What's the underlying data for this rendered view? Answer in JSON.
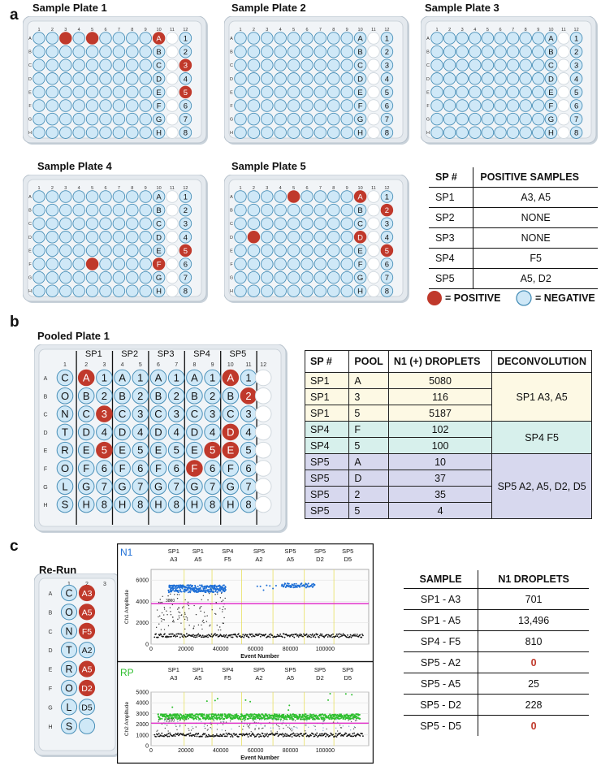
{
  "panel_letters": {
    "a": "a",
    "b": "b",
    "c": "c"
  },
  "plates": [
    {
      "title": "Sample Plate 1",
      "positives": [
        "A3",
        "A5",
        "A10",
        "C12",
        "E12"
      ]
    },
    {
      "title": "Sample Plate 2",
      "positives": []
    },
    {
      "title": "Sample Plate 3",
      "positives": []
    },
    {
      "title": "Sample Plate 4",
      "positives": [
        "F5",
        "F10",
        "E12"
      ]
    },
    {
      "title": "Sample Plate 5",
      "positives": [
        "A5",
        "D2",
        "A10",
        "D10",
        "B12",
        "E12"
      ]
    }
  ],
  "plate_labels": {
    "cols": [
      "1",
      "2",
      "3",
      "4",
      "5",
      "6",
      "7",
      "8",
      "9",
      "10",
      "11",
      "12"
    ],
    "rows": [
      "A",
      "B",
      "C",
      "D",
      "E",
      "F",
      "G",
      "H"
    ],
    "pool_rows": [
      "A",
      "B",
      "C",
      "D",
      "E",
      "F",
      "G",
      "H"
    ],
    "pool_nums": [
      "1",
      "2",
      "3",
      "4",
      "5",
      "6",
      "7",
      "8"
    ]
  },
  "sp_table": {
    "headers": [
      "SP #",
      "POSITIVE SAMPLES"
    ],
    "rows": [
      [
        "SP1",
        "A3, A5"
      ],
      [
        "SP2",
        "NONE"
      ],
      [
        "SP3",
        "NONE"
      ],
      [
        "SP4",
        "F5"
      ],
      [
        "SP5",
        "A5, D2"
      ]
    ]
  },
  "legend": {
    "positive": "= POSITIVE",
    "negative": "= NEGATIVE"
  },
  "pooled_plate": {
    "title": "Pooled Plate 1",
    "groups": [
      "SP1",
      "SP2",
      "SP3",
      "SP4",
      "SP5"
    ],
    "col1_letters": [
      "C",
      "O",
      "N",
      "T",
      "R",
      "O",
      "L",
      "S"
    ],
    "positives": [
      "A2",
      "C3",
      "E3",
      "E9",
      "D10",
      "E10",
      "F8",
      "A10",
      "B11"
    ]
  },
  "pool_table": {
    "headers": [
      "SP #",
      "POOL",
      "N1 (+) DROPLETS",
      "DECONVOLUTION"
    ],
    "rows": [
      [
        "SP1",
        "A",
        "5080"
      ],
      [
        "SP1",
        "3",
        "116"
      ],
      [
        "SP1",
        "5",
        "5187"
      ],
      [
        "SP4",
        "F",
        "102"
      ],
      [
        "SP4",
        "5",
        "100"
      ],
      [
        "SP5",
        "A",
        "10"
      ],
      [
        "SP5",
        "D",
        "37"
      ],
      [
        "SP5",
        "2",
        "35"
      ],
      [
        "SP5",
        "5",
        "4"
      ]
    ],
    "deconvolution": [
      "SP1 A3, A5",
      "SP4 F5",
      "SP5 A2, A5, D2, D5"
    ],
    "colors": {
      "sp1": "#fdf9e4",
      "sp4": "#d7f0ec",
      "sp5": "#d7d8ee"
    }
  },
  "rerun": {
    "title": "Re-Run",
    "col1_letters": [
      "C",
      "O",
      "N",
      "T",
      "R",
      "O",
      "L",
      "S"
    ],
    "col2": [
      "A3",
      "A5",
      "F5",
      "A2",
      "A5",
      "D2",
      "D5",
      ""
    ],
    "col2_positive": [
      true,
      true,
      true,
      false,
      true,
      true,
      false,
      false
    ],
    "rows": [
      "A",
      "B",
      "C",
      "D",
      "E",
      "F",
      "G",
      "H"
    ]
  },
  "chart_data": [
    {
      "type": "scatter",
      "title": "N1",
      "ylabel": "Ch1 Amplitude",
      "xlabel": "Event Number",
      "threshold_label": "3800",
      "xlim": [
        0,
        125000
      ],
      "ylim": [
        0,
        7000
      ],
      "yticks": [
        "0",
        "2000",
        "4000",
        "6000"
      ],
      "xticks": [
        "0",
        "20000",
        "40000",
        "60000",
        "80000",
        "100000"
      ],
      "wells": [
        "SP1\nA3",
        "SP1\nA5",
        "SP4\nF5",
        "SP5\nA2",
        "SP5\nA5",
        "SP5\nD2",
        "SP5\nD5"
      ],
      "color": "#1e6fd6"
    },
    {
      "type": "scatter",
      "title": "RP",
      "ylabel": "Ch2 Amplitude",
      "xlabel": "Event Number",
      "threshold_label": "2100",
      "xlim": [
        0,
        125000
      ],
      "ylim": [
        0,
        5000
      ],
      "yticks": [
        "0",
        "1000",
        "2000",
        "3000",
        "4000",
        "5000"
      ],
      "xticks": [
        "0",
        "20000",
        "40000",
        "60000",
        "80000",
        "100000"
      ],
      "wells": [
        "SP1\nA3",
        "SP1\nA5",
        "SP4\nF5",
        "SP5\nA2",
        "SP5\nA5",
        "SP5\nD2",
        "SP5\nD5"
      ],
      "color": "#2fbf2f"
    }
  ],
  "rerun_table": {
    "headers": [
      "SAMPLE",
      "N1 DROPLETS"
    ],
    "rows": [
      [
        "SP1 - A3",
        "701"
      ],
      [
        "SP1 - A5",
        "13,496"
      ],
      [
        "SP4 - F5",
        "810"
      ],
      [
        "SP5 - A2",
        "0"
      ],
      [
        "SP5 - A5",
        "25"
      ],
      [
        "SP5 - D2",
        "228"
      ],
      [
        "SP5 - D5",
        "0"
      ]
    ]
  },
  "colors": {
    "positive": "#c0392b",
    "negative": "#cfe8f7",
    "well_stroke": "#4a90b8",
    "plate_bg": "#e4e9ee"
  }
}
